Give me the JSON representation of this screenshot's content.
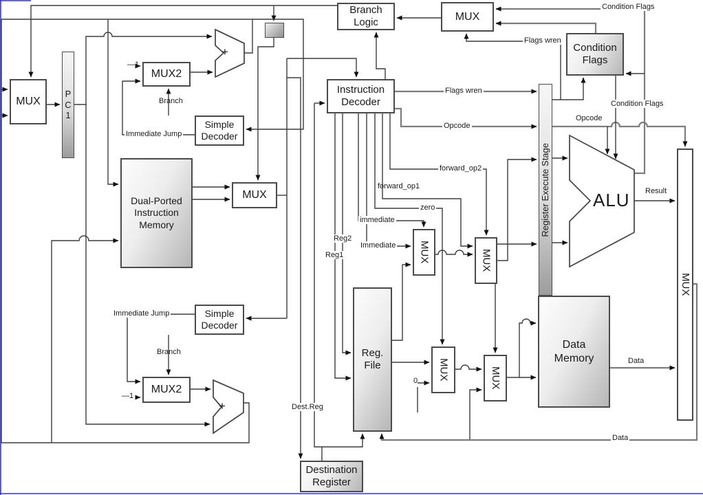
{
  "colors": {
    "wire": "#3d3d3d",
    "bus": "#7c7c7c",
    "box_border": "#4a4a4a",
    "gradient_from": "#fdfdfd",
    "gradient_to": "#b6b6b6",
    "page_border": "#3434c0",
    "background": "#ffffff"
  },
  "blocks": {
    "mux_pc": {
      "label": "MUX"
    },
    "pc1": {
      "label": "P\nC\n1"
    },
    "mux2_top": {
      "label": "MUX2"
    },
    "adder_top": {
      "label": "+"
    },
    "simple_decoder_top": {
      "label": "Simple\nDecoder"
    },
    "branch_logic": {
      "label": "Branch\nLogic"
    },
    "mux_flags": {
      "label": "MUX"
    },
    "condition_flags": {
      "label": "Condition\nFlags"
    },
    "instruction_decoder": {
      "label": "Instruction\nDecoder"
    },
    "instruction_memory": {
      "label": "Dual-Ported\nInstruction\nMemory"
    },
    "mux_fetch": {
      "label": "MUX"
    },
    "register_execute_stage": {
      "label": "Register Execute Stage"
    },
    "alu": {
      "label": "ALU"
    },
    "mux_immediate": {
      "label": "MUX"
    },
    "mux_operand2": {
      "label": "MUX"
    },
    "mux_writeback": {
      "label": "MUX"
    },
    "reg_file": {
      "label": "Reg.\nFile"
    },
    "mux_zero": {
      "label": "MUX"
    },
    "mux_store": {
      "label": "MUX"
    },
    "data_memory": {
      "label": "Data\nMemory"
    },
    "simple_decoder_bottom": {
      "label": "Simple\nDecoder"
    },
    "mux2_bottom": {
      "label": "MUX2"
    },
    "adder_bottom": {
      "label": "+"
    },
    "destination_register": {
      "label": "Destination\nRegister"
    }
  },
  "labels": {
    "condition_flags_top": "Condition Flags",
    "flags_wren_top": "Flags wren",
    "condition_flags_right": "Condition Flags",
    "flags_wren_mid": "Flags wren",
    "opcode_mid": "Opcode",
    "opcode_right": "Opcode",
    "forward_op2": "forward_op2",
    "forward_op1": "forward_op1",
    "zero": "zero",
    "immediate_lower": "immediate",
    "immediate_upper": "Immediate",
    "reg2": "Reg2",
    "reg1": "Reg1",
    "result": "Result",
    "data_mid": "Data",
    "data_bottom": "Data",
    "dest_reg": "Dest.Reg",
    "branch_top": "Branch",
    "immediate_jump_top": "Immediate Jump",
    "minus_one_top": "—1",
    "branch_bottom": "Branch",
    "immediate_jump_bottom": "Immediate Jump",
    "minus_one_bottom": "—1",
    "zero_constant": "0"
  }
}
